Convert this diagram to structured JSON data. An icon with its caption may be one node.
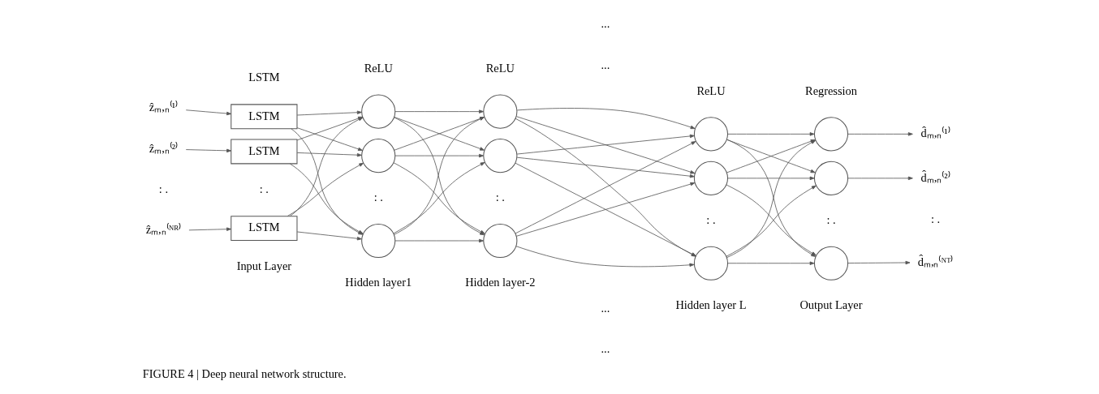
{
  "diagram": {
    "caption": "FIGURE 4 | Deep neural network structure.",
    "nodes": [
      {
        "text": [
          "ẑₘ,ₙ⁽¹⁾"
        ]
      },
      {
        "text": [
          "ẑₘ,ₙ⁽²⁾"
        ]
      },
      {
        "text": [
          "ẑₘ,ₙ⁽ᴺᴿ⁾"
        ]
      },
      {
        "text": [
          "LSTM"
        ]
      },
      {
        "text": [
          "LSTM"
        ]
      },
      {
        "text": [
          "LSTM"
        ]
      },
      {
        "text": [],
        "shape": "circle"
      },
      {
        "text": [],
        "shape": "circle"
      },
      {
        "text": [],
        "shape": "circle"
      },
      {
        "text": [],
        "shape": "circle"
      },
      {
        "text": [],
        "shape": "circle"
      },
      {
        "text": [],
        "shape": "circle"
      },
      {
        "text": [],
        "shape": "circle"
      },
      {
        "text": [],
        "shape": "circle"
      },
      {
        "text": [],
        "shape": "circle"
      },
      {
        "text": [],
        "shape": "circle"
      },
      {
        "text": [],
        "shape": "circle"
      },
      {
        "text": [],
        "shape": "circle"
      },
      {
        "text": [
          "d̂ₘ,ₙ⁽¹⁾"
        ]
      },
      {
        "text": [
          "d̂ₘ,ₙ⁽²⁾"
        ]
      },
      {
        "text": [
          "d̂ₘ,ₙ⁽ᴺᵀ⁾"
        ]
      }
    ],
    "edges": [
      {
        "from": 0,
        "to": 3,
        "arrow": "to"
      },
      {
        "from": 1,
        "to": 4,
        "arrow": "to"
      },
      {
        "from": 2,
        "to": 5,
        "arrow": "to"
      },
      {
        "from": 3,
        "to": 6,
        "arrow": "to"
      },
      {
        "from": 3,
        "to": 7,
        "arrow": "to"
      },
      {
        "from": 3,
        "to": 8,
        "arrow": "to"
      },
      {
        "from": 4,
        "to": 6,
        "arrow": "to"
      },
      {
        "from": 4,
        "to": 7,
        "arrow": "to"
      },
      {
        "from": 4,
        "to": 8,
        "arrow": "to"
      },
      {
        "from": 5,
        "to": 6,
        "arrow": "to"
      },
      {
        "from": 5,
        "to": 7,
        "arrow": "to"
      },
      {
        "from": 5,
        "to": 8,
        "arrow": "to"
      },
      {
        "from": 6,
        "to": 9,
        "arrow": "to"
      },
      {
        "from": 6,
        "to": 10,
        "arrow": "to"
      },
      {
        "from": 6,
        "to": 11,
        "arrow": "to"
      },
      {
        "from": 7,
        "to": 9,
        "arrow": "to"
      },
      {
        "from": 7,
        "to": 10,
        "arrow": "to"
      },
      {
        "from": 7,
        "to": 11,
        "arrow": "to"
      },
      {
        "from": 8,
        "to": 9,
        "arrow": "to"
      },
      {
        "from": 8,
        "to": 10,
        "arrow": "to"
      },
      {
        "from": 8,
        "to": 11,
        "arrow": "to"
      },
      {
        "from": 9,
        "to": 12,
        "arrow": "to"
      },
      {
        "from": 9,
        "to": 13,
        "arrow": "to"
      },
      {
        "from": 9,
        "to": 14,
        "arrow": "to"
      },
      {
        "from": 10,
        "to": 12,
        "arrow": "to"
      },
      {
        "from": 10,
        "to": 13,
        "arrow": "to"
      },
      {
        "from": 10,
        "to": 14,
        "arrow": "to"
      },
      {
        "from": 11,
        "to": 12,
        "arrow": "to"
      },
      {
        "from": 11,
        "to": 13,
        "arrow": "to"
      },
      {
        "from": 11,
        "to": 14,
        "arrow": "to"
      },
      {
        "from": 12,
        "to": 15,
        "arrow": "to"
      },
      {
        "from": 12,
        "to": 16,
        "arrow": "to"
      },
      {
        "from": 12,
        "to": 17,
        "arrow": "to"
      },
      {
        "from": 13,
        "to": 15,
        "arrow": "to"
      },
      {
        "from": 13,
        "to": 16,
        "arrow": "to"
      },
      {
        "from": 13,
        "to": 17,
        "arrow": "to"
      },
      {
        "from": 14,
        "to": 15,
        "arrow": "to"
      },
      {
        "from": 14,
        "to": 16,
        "arrow": "to"
      },
      {
        "from": 14,
        "to": 17,
        "arrow": "to"
      },
      {
        "from": 15,
        "to": 18,
        "arrow": "to"
      },
      {
        "from": 16,
        "to": 19,
        "arrow": "to"
      },
      {
        "from": 17,
        "to": 20,
        "arrow": "to"
      }
    ],
    "labels": [
      "LSTM",
      "ReLU",
      "ReLU",
      "...",
      "ReLU",
      "Regression",
      "...",
      ": .",
      ": .",
      ": .",
      ": .",
      ": .",
      ": .",
      ": .",
      "...",
      "Input Layer",
      "Hidden layer1",
      "Hidden layer-2",
      "...",
      "Hidden layer L",
      "Output Layer"
    ]
  }
}
